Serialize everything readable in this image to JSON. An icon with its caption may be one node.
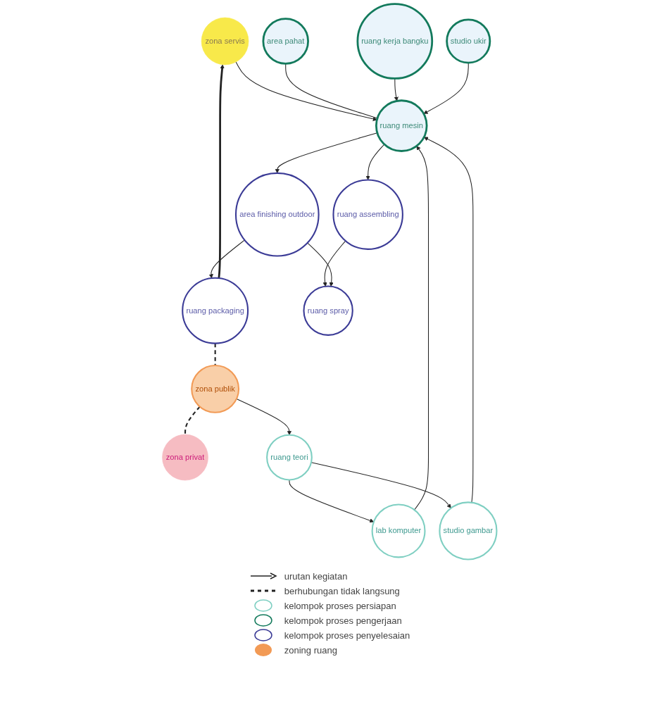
{
  "diagram": {
    "nodes": [
      {
        "text": [
          "zona servis"
        ]
      },
      {
        "text": [
          "area pahat"
        ]
      },
      {
        "text": [
          "zona privat"
        ]
      },
      {
        "text": [
          "ruang kerja bangku"
        ]
      },
      {
        "text": [
          "ruang mesin"
        ]
      },
      {
        "text": [
          "studio ukir"
        ]
      },
      {
        "text": [
          "area finishing outdoor"
        ]
      },
      {
        "text": [
          "ruang assembling"
        ]
      },
      {
        "text": [
          "ruang teori"
        ]
      },
      {
        "text": [
          "lab komputer"
        ]
      },
      {
        "text": [
          "ruang packaging"
        ]
      },
      {
        "text": [
          "studio gambar"
        ]
      },
      {
        "text": [
          "ruang spray"
        ]
      },
      {
        "text": [
          "zona publik"
        ]
      }
    ],
    "edges": [
      {
        "from": 0,
        "to": 4,
        "arrow": "to"
      },
      {
        "from": 1,
        "to": 4,
        "arrow": "none"
      },
      {
        "from": 3,
        "to": 4,
        "arrow": "to"
      },
      {
        "from": 5,
        "to": 4,
        "arrow": "to"
      },
      {
        "from": 9,
        "to": 4,
        "arrow": "to"
      },
      {
        "from": 11,
        "to": 4,
        "arrow": "to"
      },
      {
        "from": 4,
        "to": 7,
        "arrow": "to"
      },
      {
        "from": 4,
        "to": 6,
        "arrow": "to"
      },
      {
        "from": 7,
        "to": 12,
        "arrow": "to"
      },
      {
        "from": 6,
        "to": 12,
        "arrow": "to"
      },
      {
        "from": 6,
        "to": 10,
        "arrow": "to"
      },
      {
        "from": 10,
        "to": 0,
        "arrow": "to",
        "style": "thick"
      },
      {
        "from": 13,
        "to": 8,
        "arrow": "to"
      },
      {
        "from": 8,
        "to": 9,
        "arrow": "to"
      },
      {
        "from": 8,
        "to": 11,
        "arrow": "to"
      },
      {
        "from": 10,
        "to": 13,
        "arrow": "none",
        "style": "dashed"
      },
      {
        "from": 13,
        "to": 2,
        "arrow": "none",
        "style": "dashed"
      }
    ],
    "legend": [
      {
        "text": "urutan kegiatan"
      },
      {
        "text": "berhubungan tidak langsung"
      },
      {
        "text": "kelompok proses persiapan"
      },
      {
        "text": "kelompok proses pengerjaan"
      },
      {
        "text": "kelompok proses penyelesaian"
      },
      {
        "text": "zoning ruang",
        "color": "#f29a55"
      }
    ]
  }
}
